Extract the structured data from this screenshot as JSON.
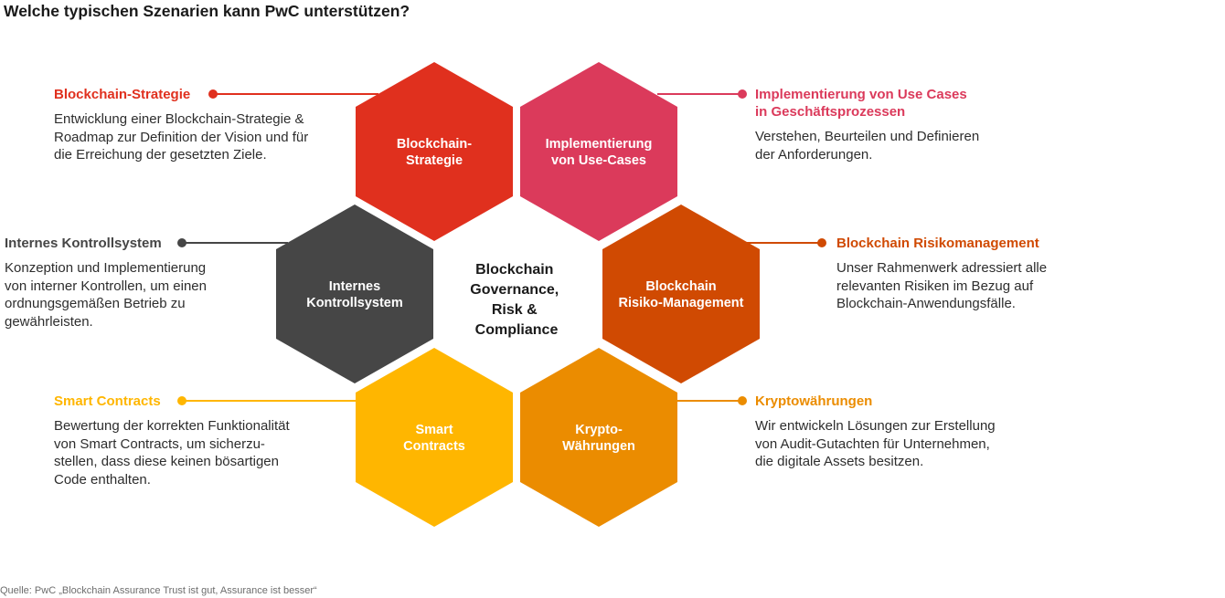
{
  "title": "Welche typischen Szenarien kann PwC unterstützen?",
  "center_label": [
    "Blockchain",
    "Governance,",
    "Risk &",
    "Compliance"
  ],
  "hexagons": [
    {
      "label": [
        "Blockchain-",
        "Strategie"
      ],
      "color": "#e0301e"
    },
    {
      "label": [
        "Implementierung",
        "von Use-Cases"
      ],
      "color": "#db3a5b"
    },
    {
      "label": [
        "Blockchain",
        "Risiko-Management"
      ],
      "color": "#d04a02"
    },
    {
      "label": [
        "Krypto-",
        "Währungen"
      ],
      "color": "#eb8c00"
    },
    {
      "label": [
        "Smart",
        "Contracts"
      ],
      "color": "#ffb600"
    },
    {
      "label": [
        "Internes",
        "Kontrollsystem"
      ],
      "color": "#464646"
    }
  ],
  "blocks": [
    {
      "heading": "Blockchain-Strategie",
      "color": "#e0301e",
      "text": [
        "Entwicklung einer Blockchain-Strategie &",
        "Roadmap zur Definition der Vision und für",
        "die Erreichung der gesetzten Ziele."
      ]
    },
    {
      "heading": "Implementierung von Use Cases\nin Geschäftsprozessen",
      "color": "#db3a5b",
      "text": [
        "Verstehen, Beurteilen und Definieren",
        "der Anforderungen."
      ]
    },
    {
      "heading": "Internes Kontrollsystem",
      "color": "#464646",
      "text": [
        "Konzeption und Implementierung",
        "von interner Kontrollen, um einen",
        "ordnungsgemäßen Betrieb zu",
        "gewährleisten."
      ]
    },
    {
      "heading": "Blockchain Risikomanagement",
      "color": "#d04a02",
      "text": [
        "Unser Rahmenwerk adressiert alle",
        "relevanten Risiken im Bezug auf",
        "Blockchain-Anwendungsfälle."
      ]
    },
    {
      "heading": "Smart Contracts",
      "color": "#ffb600",
      "text": [
        "Bewertung der korrekten Funktionalität",
        "von Smart Contracts, um sicherzu-",
        "stellen, dass diese keinen bösartigen",
        "Code enthalten."
      ]
    },
    {
      "heading": "Kryptowährungen",
      "color": "#eb8c00",
      "text": [
        "Wir entwickeln Lösungen zur Erstellung",
        "von Audit-Gutachten für Unternehmen,",
        "die digitale Assets besitzen."
      ]
    }
  ],
  "source": "Quelle: PwC „Blockchain Assurance Trust ist gut, Assurance ist besser“"
}
